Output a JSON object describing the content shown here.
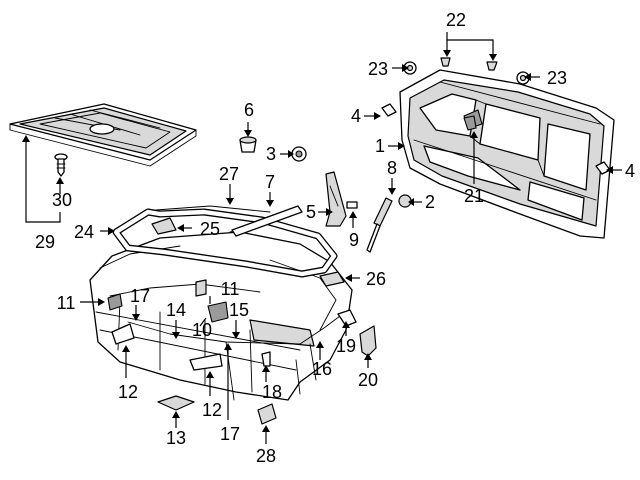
{
  "callouts": {
    "c1": "1",
    "c2": "2",
    "c3": "3",
    "c4a": "4",
    "c4b": "4",
    "c5": "5",
    "c6": "6",
    "c7": "7",
    "c8": "8",
    "c9": "9",
    "c10": "10",
    "c11a": "11",
    "c11b": "11",
    "c12a": "12",
    "c12b": "12",
    "c13": "13",
    "c14": "14",
    "c15": "15",
    "c16": "16",
    "c17a": "17",
    "c17b": "17",
    "c18": "18",
    "c19": "19",
    "c20": "20",
    "c21": "21",
    "c22": "22",
    "c23a": "23",
    "c23b": "23",
    "c24": "24",
    "c25": "25",
    "c26": "26",
    "c27": "27",
    "c28": "28",
    "c29": "29",
    "c30": "30"
  }
}
